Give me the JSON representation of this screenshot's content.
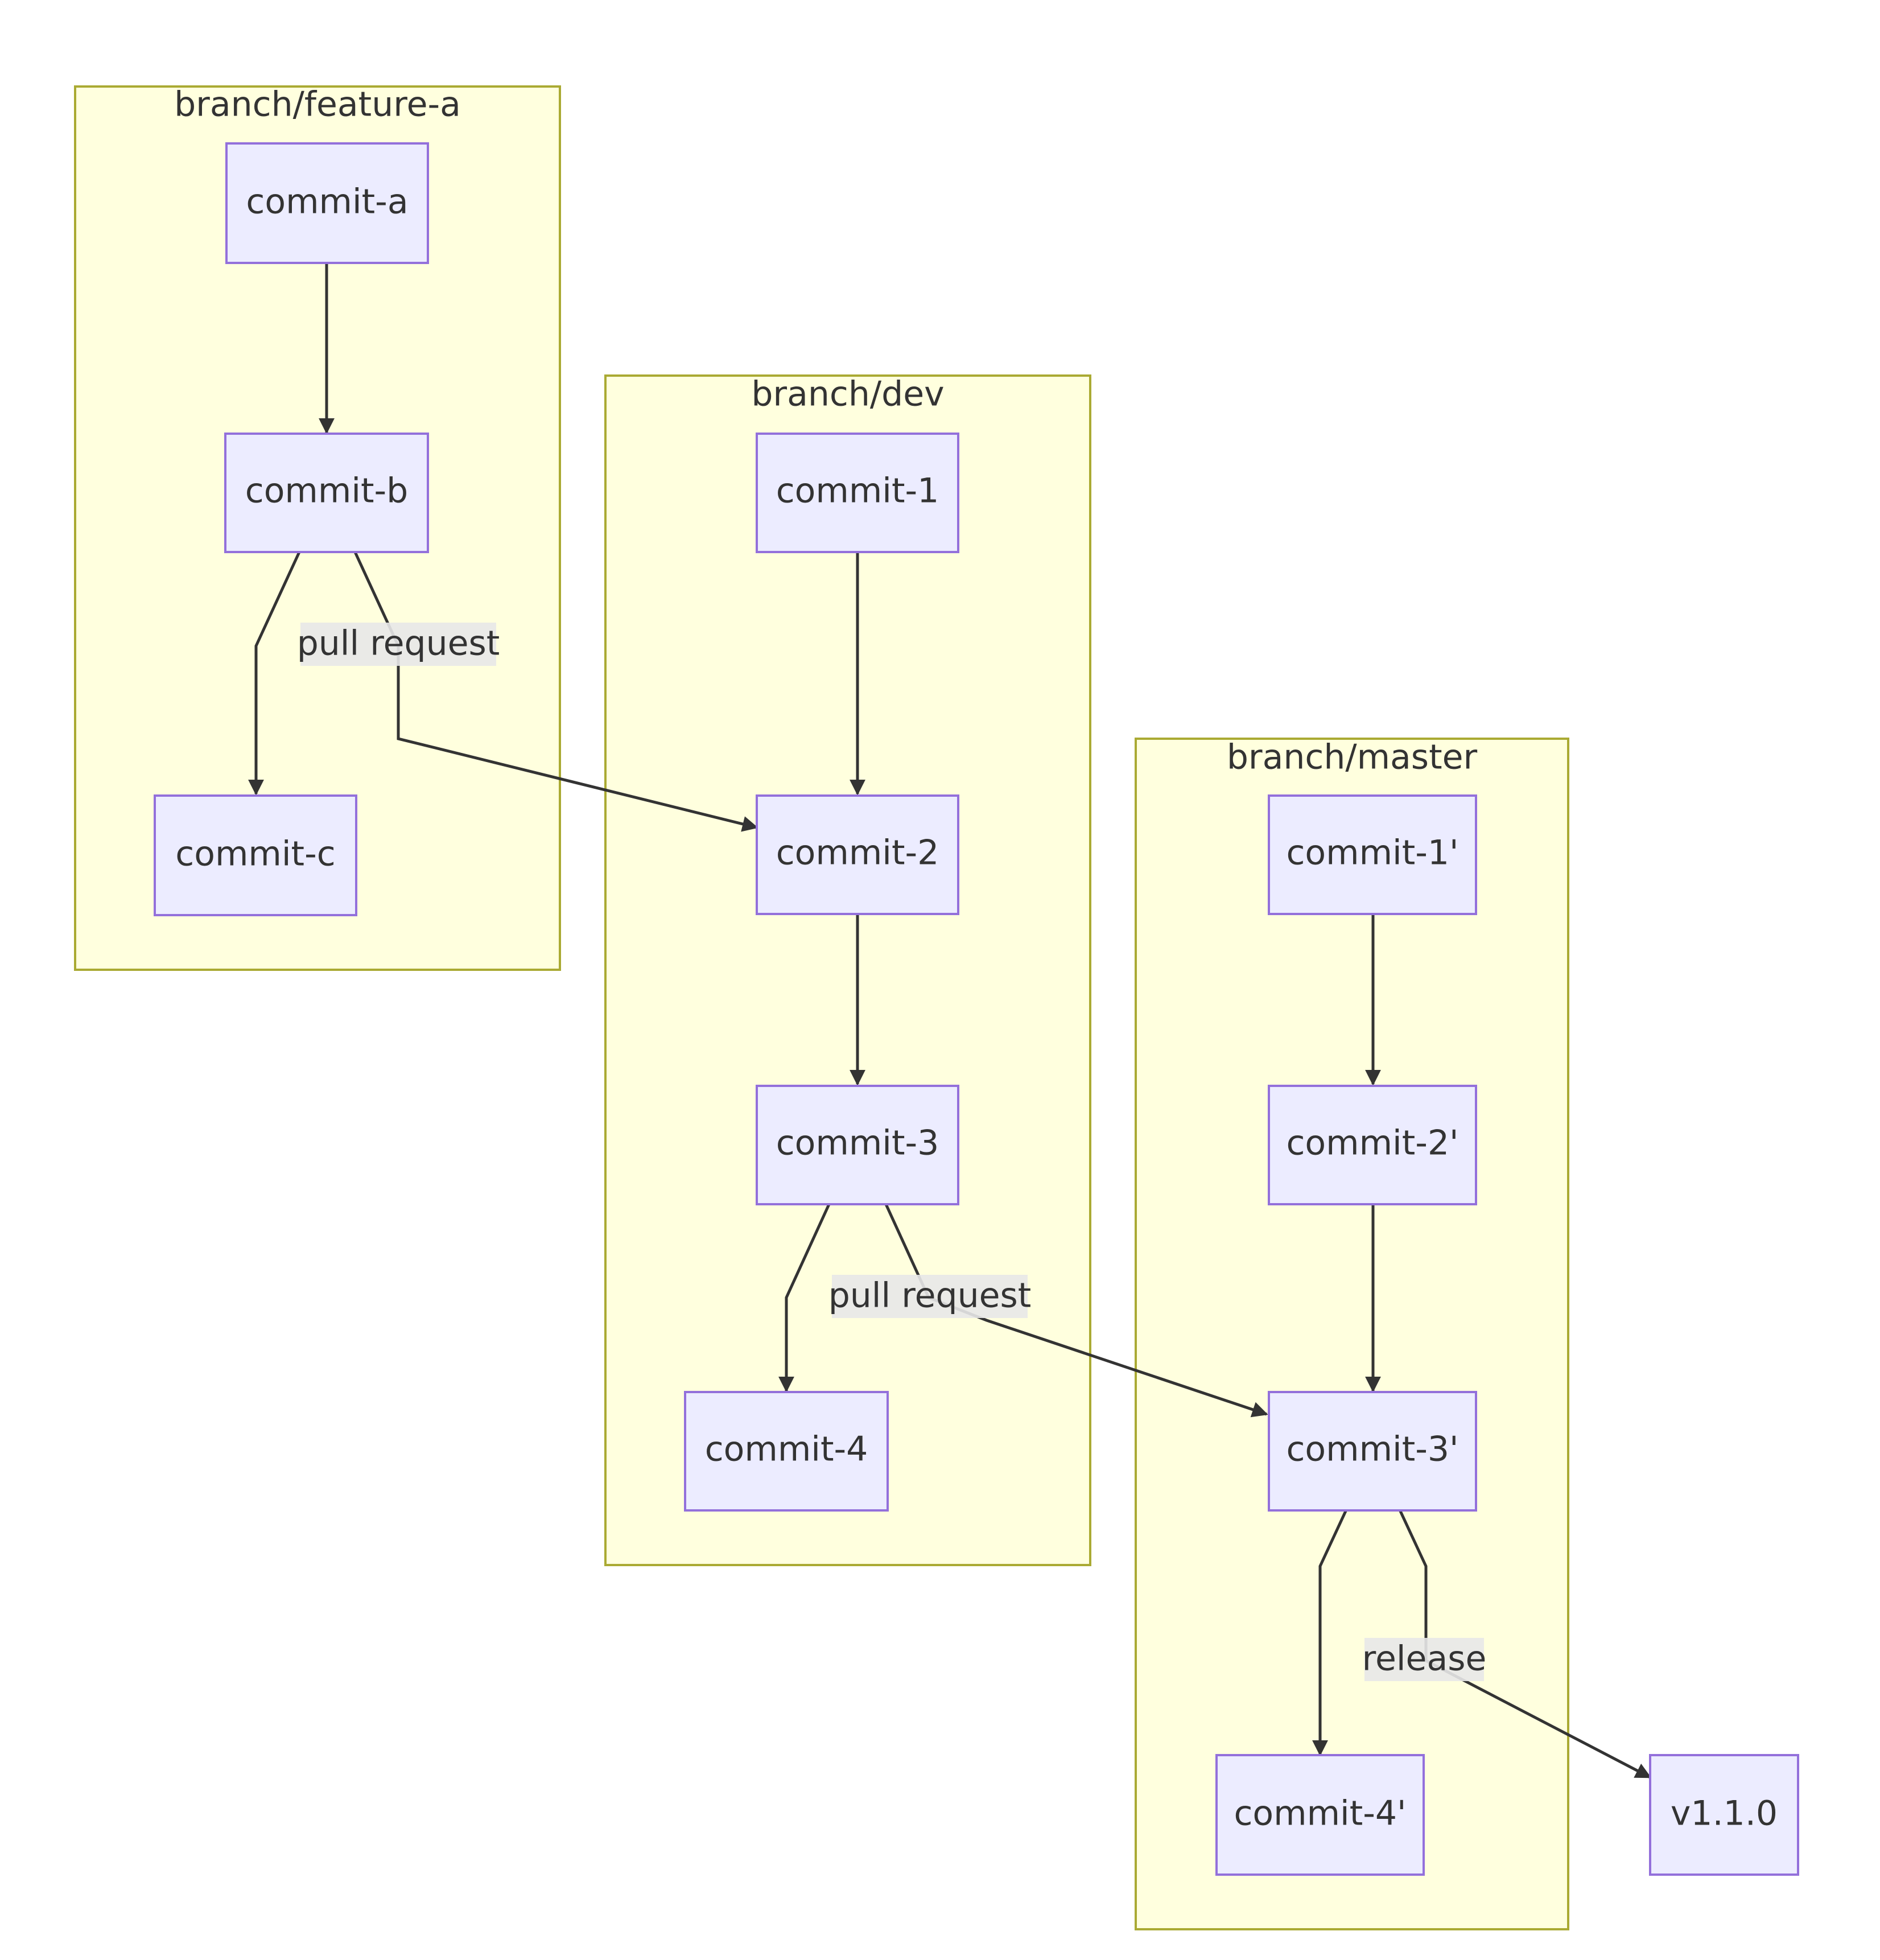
{
  "clusters": {
    "feature_a": {
      "title": "branch/feature-a"
    },
    "dev": {
      "title": "branch/dev"
    },
    "master": {
      "title": "branch/master"
    }
  },
  "nodes": {
    "commit_a": "commit-a",
    "commit_b": "commit-b",
    "commit_c": "commit-c",
    "commit_1": "commit-1",
    "commit_2": "commit-2",
    "commit_3": "commit-3",
    "commit_4": "commit-4",
    "commit_1p": "commit-1'",
    "commit_2p": "commit-2'",
    "commit_3p": "commit-3'",
    "commit_4p": "commit-4'",
    "v110": "v1.1.0"
  },
  "edges": [
    {
      "from": "commit-a",
      "to": "commit-b",
      "label": ""
    },
    {
      "from": "commit-b",
      "to": "commit-c",
      "label": ""
    },
    {
      "from": "commit-b",
      "to": "commit-2",
      "label": "pull request"
    },
    {
      "from": "commit-1",
      "to": "commit-2",
      "label": ""
    },
    {
      "from": "commit-2",
      "to": "commit-3",
      "label": ""
    },
    {
      "from": "commit-3",
      "to": "commit-4",
      "label": ""
    },
    {
      "from": "commit-3",
      "to": "commit-3'",
      "label": "pull request"
    },
    {
      "from": "commit-1'",
      "to": "commit-2'",
      "label": ""
    },
    {
      "from": "commit-2'",
      "to": "commit-3'",
      "label": ""
    },
    {
      "from": "commit-3'",
      "to": "commit-4'",
      "label": ""
    },
    {
      "from": "commit-3'",
      "to": "v1.1.0",
      "label": "release"
    }
  ]
}
